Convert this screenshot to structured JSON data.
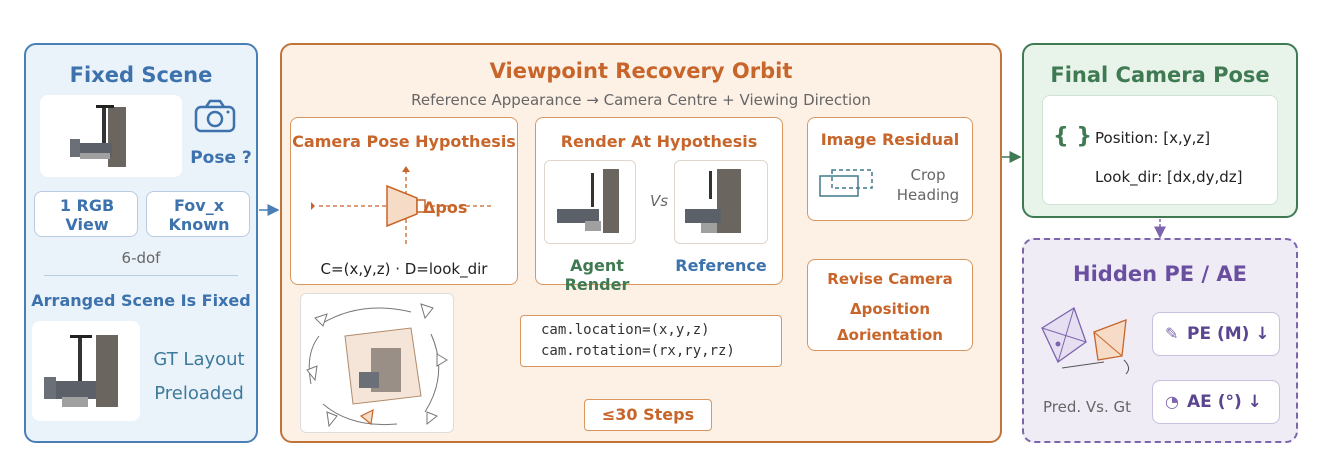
{
  "fixed_scene": {
    "title": "Fixed Scene",
    "pose_label": "Pose ?",
    "rgb_view": [
      "1 RGB",
      "View"
    ],
    "fov": [
      "Fov_x",
      "Known"
    ],
    "dof": "6-dof",
    "arranged": "Arranged Scene Is Fixed",
    "gt_layout": [
      "GT Layout",
      "Preloaded"
    ]
  },
  "orbit": {
    "title": "Viewpoint Recovery Orbit",
    "subtitle": "Reference Appearance → Camera Centre + Viewing Direction",
    "hypothesis": {
      "title": "Camera Pose Hypothesis",
      "delta_pos": "Δpos",
      "formula": "C=(x,y,z) · D=look_dir"
    },
    "render": {
      "title": "Render At Hypothesis",
      "vs": "Vs",
      "agent_label": "Agent Render",
      "reference_label": "Reference"
    },
    "residual": {
      "title": "Image Residual",
      "crop": "Crop",
      "heading": "Heading"
    },
    "revise": {
      "title": "Revise Camera",
      "line1": "Δposition",
      "line2": "Δorientation"
    },
    "code": {
      "line1": "cam.location=(x,y,z)",
      "line2": "cam.rotation=(rx,ry,rz)"
    },
    "steps": "≤30 Steps"
  },
  "final_pose": {
    "title": "Final Camera Pose",
    "braces": "{ }",
    "position": "Position: [x,y,z]",
    "look_dir": "Look_dir: [dx,dy,dz]"
  },
  "hidden": {
    "title": "Hidden PE / AE",
    "pred_vs_gt": "Pred. Vs. Gt",
    "pe": "PE (M) ↓",
    "ae": "AE (°) ↓"
  },
  "colors": {
    "blue": "#4a7fb5",
    "orange": "#c0743a",
    "green": "#3f7a53",
    "purple": "#7d65ad"
  }
}
